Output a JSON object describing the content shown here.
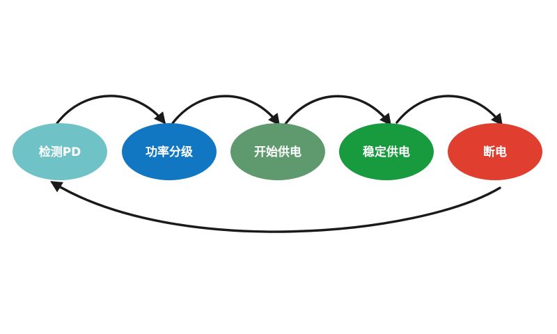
{
  "diagram": {
    "nodes": [
      {
        "id": "detect",
        "label": "检测PD",
        "color": "#6fc2c6"
      },
      {
        "id": "classify",
        "label": "功率分级",
        "color": "#1177c2"
      },
      {
        "id": "start",
        "label": "开始供电",
        "color": "#5e9a6e"
      },
      {
        "id": "stable",
        "label": "稳定供电",
        "color": "#189a3f"
      },
      {
        "id": "off",
        "label": "断电",
        "color": "#e03f2f"
      }
    ],
    "edges": [
      {
        "from": "detect",
        "to": "classify"
      },
      {
        "from": "classify",
        "to": "start"
      },
      {
        "from": "start",
        "to": "stable"
      },
      {
        "from": "stable",
        "to": "off"
      },
      {
        "from": "off",
        "to": "detect"
      }
    ],
    "colors": {
      "arrow": "#1a1a1a",
      "label_text": "#ffffff",
      "background": "#ffffff"
    }
  }
}
